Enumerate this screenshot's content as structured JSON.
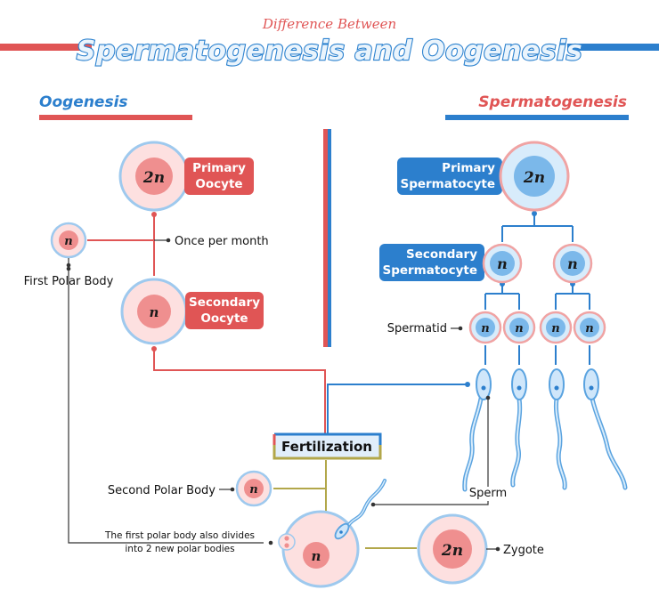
{
  "header": {
    "supertitle": "Difference Between",
    "title": "Spermatogenesis and Oogenesis"
  },
  "oogenesis": {
    "heading": "Oogenesis",
    "primary_oocyte": {
      "label_line1": "Primary",
      "label_line2": "Oocyte",
      "ploidy": "2n"
    },
    "first_polar_body": {
      "label": "First Polar Body",
      "ploidy": "n"
    },
    "once_per_month": "Once per month",
    "secondary_oocyte": {
      "label_line1": "Secondary",
      "label_line2": "Oocyte",
      "ploidy": "n"
    }
  },
  "spermatogenesis": {
    "heading": "Spermatogenesis",
    "primary_spermatocyte": {
      "label_line1": "Primary",
      "label_line2": "Spermatocyte",
      "ploidy": "2n"
    },
    "secondary_spermatocyte": {
      "label_line1": "Secondary",
      "label_line2": "Spermatocyte",
      "ploidy": "n"
    },
    "secondary_spermatocyte_2": {
      "ploidy": "n"
    },
    "spermatid": {
      "label": "Spermatid",
      "ploidy": [
        "n",
        "n",
        "n",
        "n"
      ]
    },
    "sperm": "Sperm"
  },
  "fertilization": {
    "label": "Fertilization",
    "second_polar_body": {
      "label": "Second Polar Body",
      "ploidy": "n"
    },
    "note_line1": "The first polar body also divides",
    "note_line2": "into 2 new polar bodies",
    "egg_ploidy": "n",
    "zygote": {
      "label": "Zygote",
      "ploidy": "2n"
    }
  },
  "colors": {
    "red": "#e05555",
    "blue": "#2c7fcd",
    "cell_pink": "#fde0e0",
    "nucleus_pink": "#ef8f8f",
    "cell_blue": "#d8ecfb",
    "nucleus_blue": "#7bb8ea",
    "olive": "#b2a74a"
  }
}
